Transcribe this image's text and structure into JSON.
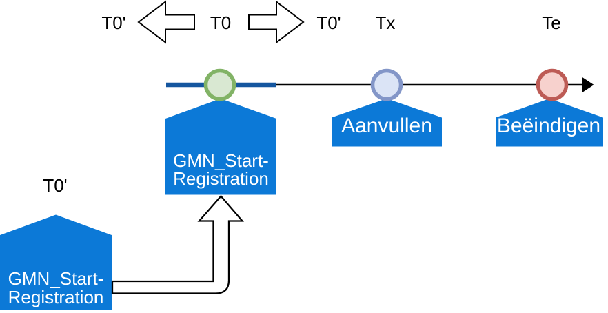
{
  "diagram": {
    "timeline_labels": {
      "t0_prime_left": "T0'",
      "t0": "T0",
      "t0_prime_right": "T0'",
      "tx": "Tx",
      "te": "Te",
      "t0_prime_bottom": "T0'"
    },
    "shapes": {
      "start_registration_top": {
        "line1": "GMN_Start-",
        "line2": "Registration"
      },
      "aanvullen": {
        "label": "Aanvullen"
      },
      "beeindigen": {
        "label": "Beëindigen"
      },
      "start_registration_bottom": {
        "line1": "GMN_Start-",
        "line2": "Registration"
      }
    },
    "colors": {
      "event_blue": "#0c79d7",
      "timeline_blue": "#15569f",
      "axis_black": "#000000",
      "milestone_green_stroke": "#82b366",
      "milestone_green_fill": "#d9e8d2",
      "milestone_blue_stroke": "#8396c8",
      "milestone_blue_fill": "#dbe4f6",
      "milestone_red_stroke": "#bd5b55",
      "milestone_red_fill": "#f7d1cd",
      "shape_text_white": "#ffffff",
      "label_text_black": "#000000"
    }
  }
}
